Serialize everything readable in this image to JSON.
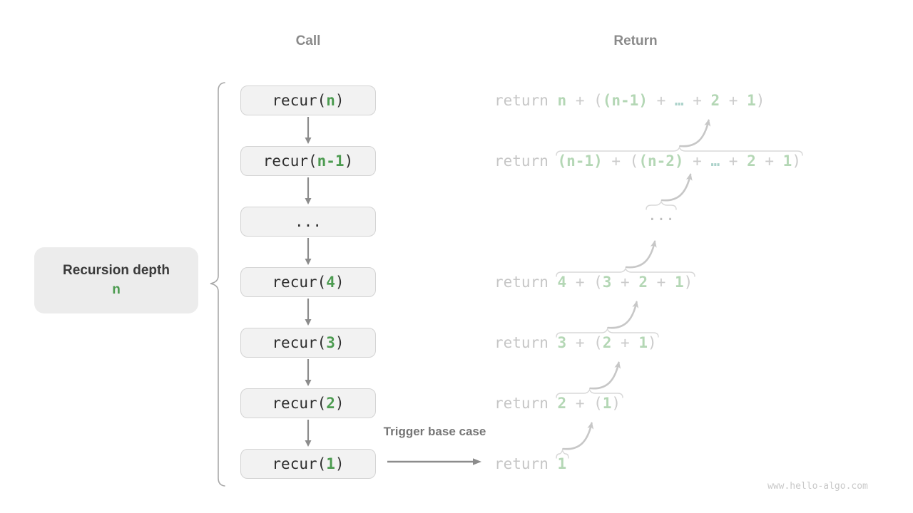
{
  "colors": {
    "green": "#4c9b50",
    "code_text": "#2e2e2e",
    "box_bg": "#f2f2f2",
    "box_border": "#d3d3d3",
    "header_gray": "#8a8a8a",
    "label_bg": "#ececec",
    "label_text": "#3a3a3a",
    "trigger_text": "#757575",
    "dark_arrow": "#8c8c8c",
    "faded_kw": "#c6c6c6",
    "faded_op": "#cbcbcb",
    "faded_green": "#b4d7b5",
    "faded_teal": "#abd2ca",
    "faded_gray": "#bdbdbd",
    "brace_light": "#d8d8d8",
    "arrow_light": "#c7c7c7",
    "brace_dark": "#a8a8a8",
    "watermark": "#c8c8c8"
  },
  "headers": {
    "call": "Call",
    "return": "Return"
  },
  "depth_label": {
    "title": "Recursion depth",
    "value": "n"
  },
  "trigger_label": "Trigger base case",
  "watermark": "www.hello-algo.com",
  "call_stack": {
    "boxes": [
      {
        "tokens": [
          {
            "t": "recur(",
            "c": "code"
          },
          {
            "t": "n",
            "c": "green"
          },
          {
            "t": ")",
            "c": "code"
          }
        ]
      },
      {
        "tokens": [
          {
            "t": "recur(",
            "c": "code"
          },
          {
            "t": "n-1",
            "c": "green"
          },
          {
            "t": ")",
            "c": "code"
          }
        ]
      },
      {
        "tokens": [
          {
            "t": "...",
            "c": "code"
          }
        ]
      },
      {
        "tokens": [
          {
            "t": "recur(",
            "c": "code"
          },
          {
            "t": "4",
            "c": "green"
          },
          {
            "t": ")",
            "c": "code"
          }
        ]
      },
      {
        "tokens": [
          {
            "t": "recur(",
            "c": "code"
          },
          {
            "t": "3",
            "c": "green"
          },
          {
            "t": ")",
            "c": "code"
          }
        ]
      },
      {
        "tokens": [
          {
            "t": "recur(",
            "c": "code"
          },
          {
            "t": "2",
            "c": "green"
          },
          {
            "t": ")",
            "c": "code"
          }
        ]
      },
      {
        "tokens": [
          {
            "t": "recur(",
            "c": "code"
          },
          {
            "t": "1",
            "c": "green"
          },
          {
            "t": ")",
            "c": "code"
          }
        ]
      }
    ]
  },
  "return_column": {
    "rows": [
      {
        "kind": "code",
        "brace": false,
        "arrow": false,
        "tokens": [
          {
            "t": "return ",
            "c": "kw"
          },
          {
            "t": "n",
            "c": "g"
          },
          {
            "t": " + (",
            "c": "op"
          },
          {
            "t": "(n-1)",
            "c": "g"
          },
          {
            "t": " + ",
            "c": "op"
          },
          {
            "t": "…",
            "c": "d"
          },
          {
            "t": " + ",
            "c": "op"
          },
          {
            "t": "2",
            "c": "g"
          },
          {
            "t": " + ",
            "c": "op"
          },
          {
            "t": "1",
            "c": "g"
          },
          {
            "t": ")",
            "c": "op"
          }
        ]
      },
      {
        "kind": "code",
        "brace": true,
        "arrow": true,
        "tokens": [
          {
            "t": "return ",
            "c": "kw"
          },
          {
            "t": "(n-1)",
            "c": "g"
          },
          {
            "t": " + (",
            "c": "op"
          },
          {
            "t": "(n-2)",
            "c": "g"
          },
          {
            "t": " + ",
            "c": "op"
          },
          {
            "t": "…",
            "c": "d"
          },
          {
            "t": " + ",
            "c": "op"
          },
          {
            "t": "2",
            "c": "g"
          },
          {
            "t": " + ",
            "c": "op"
          },
          {
            "t": "1",
            "c": "g"
          },
          {
            "t": ")",
            "c": "op"
          }
        ]
      },
      {
        "kind": "ellipsis",
        "brace": true,
        "arrow": true,
        "tokens": [
          {
            "t": "...",
            "c": "gray"
          }
        ]
      },
      {
        "kind": "code",
        "brace": true,
        "arrow": true,
        "tokens": [
          {
            "t": "return ",
            "c": "kw"
          },
          {
            "t": "4",
            "c": "g"
          },
          {
            "t": " + (",
            "c": "op"
          },
          {
            "t": "3",
            "c": "g"
          },
          {
            "t": " + ",
            "c": "op"
          },
          {
            "t": "2",
            "c": "g"
          },
          {
            "t": " + ",
            "c": "op"
          },
          {
            "t": "1",
            "c": "g"
          },
          {
            "t": ")",
            "c": "op"
          }
        ]
      },
      {
        "kind": "code",
        "brace": true,
        "arrow": true,
        "tokens": [
          {
            "t": "return ",
            "c": "kw"
          },
          {
            "t": "3",
            "c": "g"
          },
          {
            "t": " + (",
            "c": "op"
          },
          {
            "t": "2",
            "c": "g"
          },
          {
            "t": " + ",
            "c": "op"
          },
          {
            "t": "1",
            "c": "g"
          },
          {
            "t": ")",
            "c": "op"
          }
        ]
      },
      {
        "kind": "code",
        "brace": true,
        "arrow": true,
        "tokens": [
          {
            "t": "return ",
            "c": "kw"
          },
          {
            "t": "2",
            "c": "g"
          },
          {
            "t": " + (",
            "c": "op"
          },
          {
            "t": "1",
            "c": "g"
          },
          {
            "t": ")",
            "c": "op"
          }
        ]
      },
      {
        "kind": "code",
        "brace": true,
        "arrow": true,
        "tokens": [
          {
            "t": "return ",
            "c": "kw"
          },
          {
            "t": "1",
            "c": "g"
          }
        ]
      }
    ]
  }
}
